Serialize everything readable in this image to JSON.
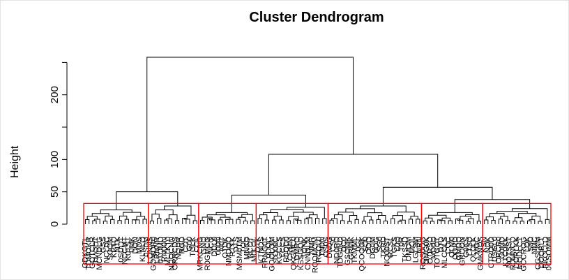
{
  "chart_data": {
    "type": "dendrogram",
    "title": "Cluster Dendrogram",
    "xlabel": "",
    "ylabel": "Height",
    "ylim": [
      0,
      255
    ],
    "yticks": [
      0,
      50,
      100,
      200
    ],
    "leaf_count": 136,
    "clusters": [
      {
        "leaves": 18,
        "line_color": "#000000",
        "box_color": "#ff0000"
      },
      {
        "leaves": 14,
        "line_color": "#000000",
        "box_color": "#ff0000"
      },
      {
        "leaves": 16,
        "line_color": "#000000",
        "box_color": "#ff0000"
      },
      {
        "leaves": 20,
        "line_color": "#000000",
        "box_color": "#ff0000"
      },
      {
        "leaves": 26,
        "line_color": "#000000",
        "box_color": "#ff0000"
      },
      {
        "leaves": 17,
        "line_color": "#000000",
        "box_color": "#ff0000"
      },
      {
        "leaves": 19,
        "line_color": "#000000",
        "box_color": "#ff0000"
      }
    ],
    "merges": [
      {
        "left": "c1",
        "right": "c2",
        "height": 50
      },
      {
        "left": "c3",
        "right": "c4",
        "height": 45
      },
      {
        "left": "c6",
        "right": "c7",
        "height": 38
      },
      {
        "left": "c5",
        "right": "c6c7",
        "height": 57
      },
      {
        "left": "c3c4",
        "right": "c5c6c7",
        "height": 108
      },
      {
        "left": "c1c2",
        "right": "rest",
        "height": 258
      }
    ],
    "cluster_heights": [
      22,
      28,
      18,
      26,
      28,
      18,
      24
    ],
    "rect_top_height": 32,
    "grid": false,
    "legend": "none"
  }
}
